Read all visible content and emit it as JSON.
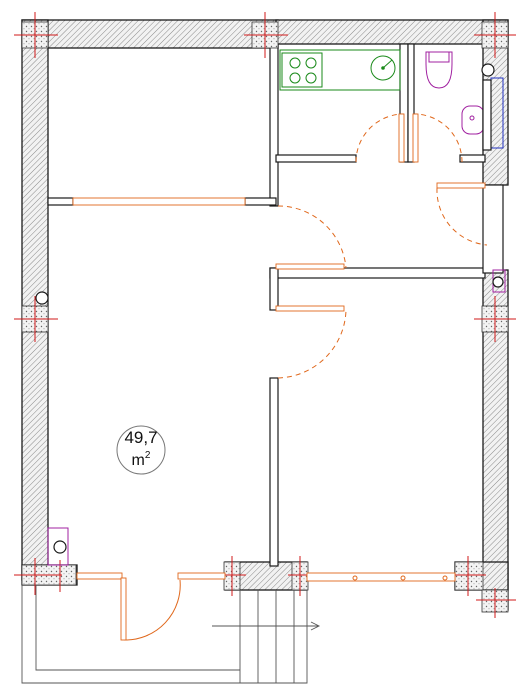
{
  "plan": {
    "room_area_value": "49,7",
    "room_area_unit": "m",
    "room_area_unit_sup": "2"
  },
  "colors": {
    "wall_outline": "#1a1a1a",
    "hatch": "#8a8a8a",
    "axis_marks": "#d01818",
    "doors_windows": "#e0681c",
    "kitchen_fixtures": "#1a8a1a",
    "bathroom_fixtures": "#a020a0",
    "bathtub": "#2030c0"
  }
}
